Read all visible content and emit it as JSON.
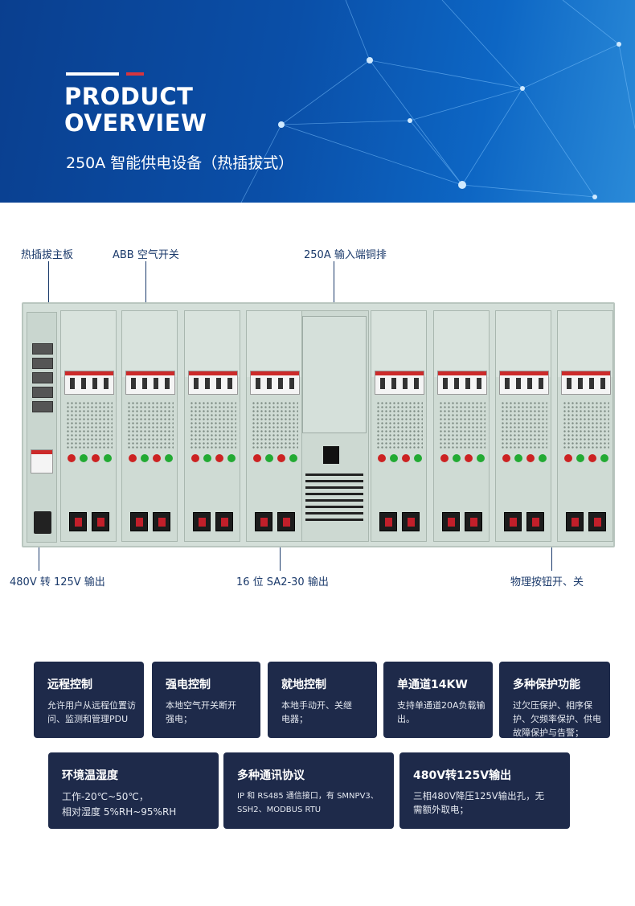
{
  "header": {
    "title_line1": "PRODUCT",
    "title_line2": "OVERVIEW",
    "subtitle": "250A 智能供电设备（热插拔式）"
  },
  "callouts": {
    "hot_swap_board": "热插拔主板",
    "abb_switch": "ABB 空气开关",
    "copper_bar": "250A 输入端铜排",
    "output_125v": "480V 转 125V 输出",
    "sa2_output": "16 位 SA2-30 输出",
    "physical_button": "物理按钮开、关"
  },
  "features_row1": [
    {
      "title": "远程控制",
      "desc": "允许用户从远程位置访问、监测和管理PDU"
    },
    {
      "title": "强电控制",
      "desc": "本地空气开关断开强电；"
    },
    {
      "title": "就地控制",
      "desc": "本地手动开、关继电器；"
    },
    {
      "title": "单通道14KW",
      "desc": "支持单通道20A负载输出。"
    },
    {
      "title": "多种保护功能",
      "desc": "过欠压保护、相序保护、欠频率保护、供电故障保护与告警；"
    }
  ],
  "features_row2": [
    {
      "title": "环境温湿度",
      "desc_line1": "工作-20℃~50℃，",
      "desc_line2": "相对湿度 5%RH~95%RH"
    },
    {
      "title": "多种通讯协议",
      "desc_line1": "IP 和 RS485 通信接口，有 SMNPV3、",
      "desc_line2": "SSH2、MODBUS RTU"
    },
    {
      "title": "480V转125V输出",
      "desc_line1": "三相480V降压125V输出孔，无",
      "desc_line2": "需额外取电；"
    }
  ],
  "colors": {
    "header_blue": "#0a4fa8",
    "accent_red": "#d6353f",
    "card_navy": "#1e2a4a",
    "label_navy": "#1b3a6b"
  }
}
